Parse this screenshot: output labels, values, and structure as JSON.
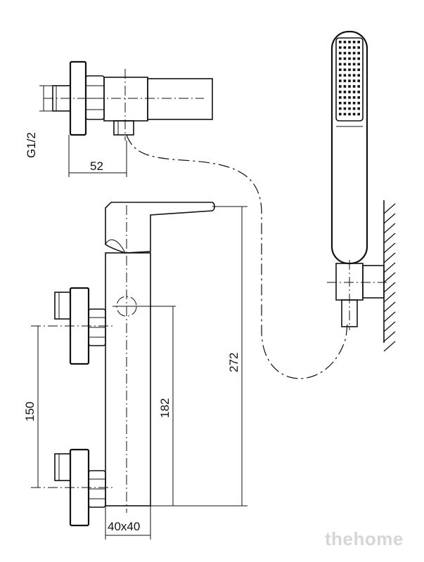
{
  "dimensions": {
    "thread": "G1/2",
    "outlet_offset": "52",
    "total_height": "272",
    "inlet_height": "182",
    "inlet_spacing": "150",
    "body_section": "40x40"
  },
  "watermark": "thehome"
}
